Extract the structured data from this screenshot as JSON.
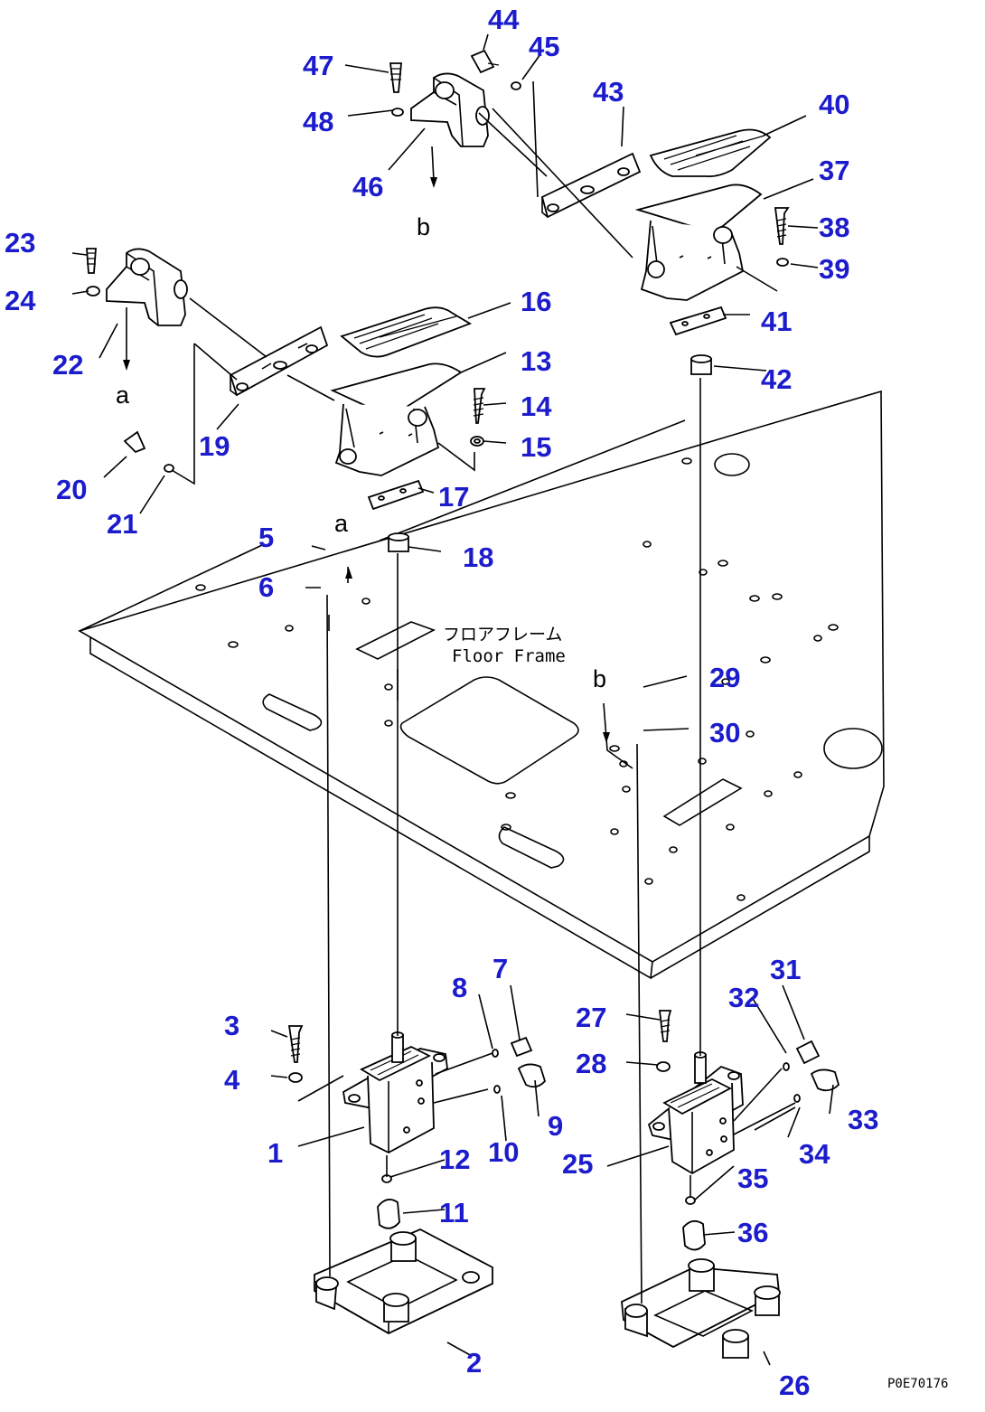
{
  "frame_label": {
    "jp": "フロアフレーム",
    "en": "Floor Frame"
  },
  "drawing_code": "P0E70176",
  "reference_letters": [
    "a",
    "b"
  ],
  "callouts": [
    "1",
    "2",
    "3",
    "4",
    "5",
    "6",
    "7",
    "8",
    "9",
    "10",
    "11",
    "12",
    "13",
    "14",
    "15",
    "16",
    "17",
    "18",
    "19",
    "20",
    "21",
    "22",
    "23",
    "24",
    "25",
    "26",
    "27",
    "28",
    "29",
    "30",
    "31",
    "32",
    "33",
    "34",
    "35",
    "36",
    "37",
    "38",
    "39",
    "40",
    "41",
    "42",
    "43",
    "44",
    "45",
    "46",
    "47",
    "48"
  ],
  "colors": {
    "callout": "#1c1ccc",
    "line": "#000000",
    "background": "#ffffff"
  }
}
